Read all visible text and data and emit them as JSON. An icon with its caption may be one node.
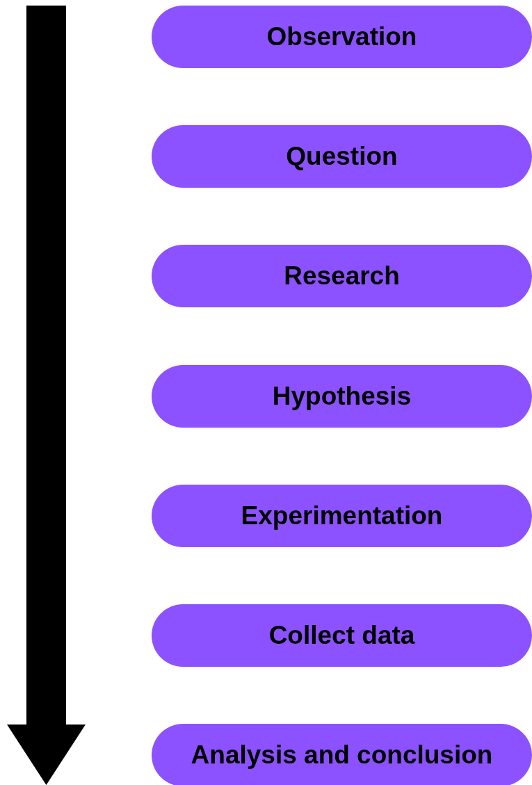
{
  "diagram": {
    "nodes": [
      {
        "text": [
          "Observation"
        ]
      },
      {
        "text": [
          "Question"
        ]
      },
      {
        "text": [
          "Research"
        ]
      },
      {
        "text": [
          "Hypothesis"
        ]
      },
      {
        "text": [
          "Experimentation"
        ]
      },
      {
        "text": [
          "Collect data"
        ]
      },
      {
        "text": [
          "Analysis and conclusion"
        ]
      }
    ]
  }
}
